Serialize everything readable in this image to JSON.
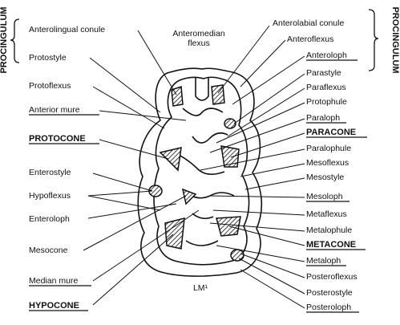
{
  "diagram": {
    "caption": "LM¹",
    "side_labels": {
      "left": "PROCINGULUM",
      "right": "PROCINGULUM"
    },
    "top_center_label": [
      "Anteromedian",
      "flexus"
    ],
    "left_labels": [
      {
        "text": "Anterolingual conule",
        "underline": false
      },
      {
        "text": "Protostyle",
        "underline": false
      },
      {
        "text": "Protoflexus",
        "underline": false
      },
      {
        "text": "Anterior mure",
        "underline": true
      },
      {
        "text": "PROTOCONE",
        "underline": true
      },
      {
        "text": "Enterostyle",
        "underline": false
      },
      {
        "text": "Hypoflexus",
        "underline": false
      },
      {
        "text": "Enteroloph",
        "underline": false
      },
      {
        "text": "Mesocone",
        "underline": false
      },
      {
        "text": "Median mure",
        "underline": true
      },
      {
        "text": "HYPOCONE",
        "underline": true
      }
    ],
    "right_labels": [
      {
        "text": "Anterolabial conule",
        "underline": false
      },
      {
        "text": "Anteroflexus",
        "underline": false
      },
      {
        "text": "Anteroloph",
        "underline": true
      },
      {
        "text": "Parastyle",
        "underline": false
      },
      {
        "text": "Paraflexus",
        "underline": false
      },
      {
        "text": "Protophule",
        "underline": false
      },
      {
        "text": "Paraloph",
        "underline": true
      },
      {
        "text": "PARACONE",
        "underline": true
      },
      {
        "text": "Paralophule",
        "underline": false
      },
      {
        "text": "Mesoflexus",
        "underline": false
      },
      {
        "text": "Mesostyle",
        "underline": false
      },
      {
        "text": "Mesoloph",
        "underline": true
      },
      {
        "text": "Metaflexus",
        "underline": false
      },
      {
        "text": "Metalophule",
        "underline": false
      },
      {
        "text": "METACONE",
        "underline": true
      },
      {
        "text": "Metaloph",
        "underline": true
      },
      {
        "text": "Posteroflexus",
        "underline": false
      },
      {
        "text": "Posterostyle",
        "underline": false
      },
      {
        "text": "Posteroloph",
        "underline": true
      }
    ]
  }
}
